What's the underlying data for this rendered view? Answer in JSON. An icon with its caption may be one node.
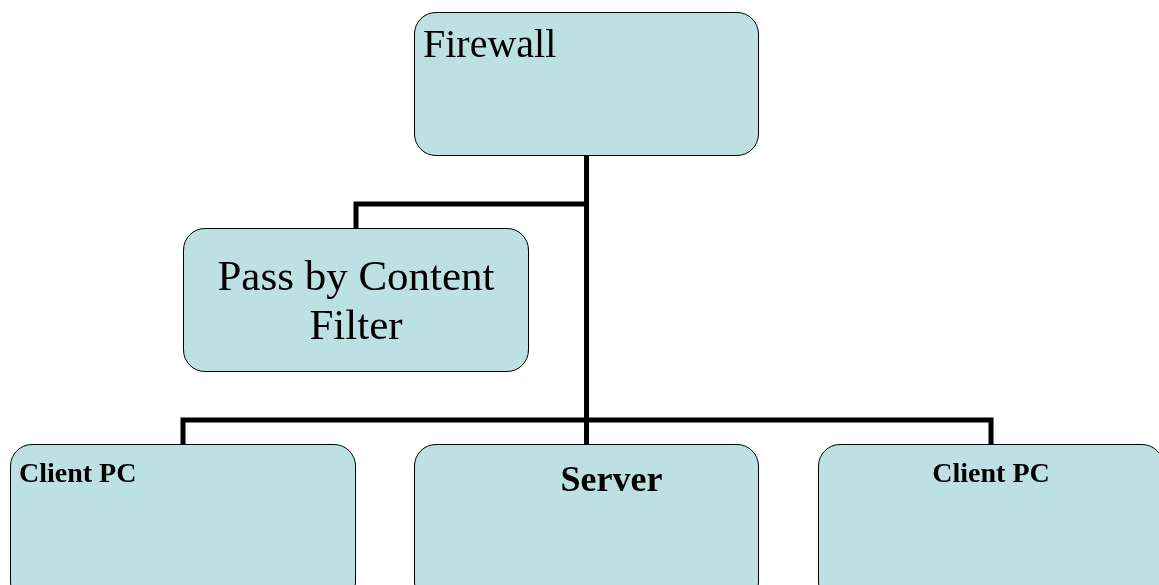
{
  "diagram": {
    "nodes": [
      {
        "text": [
          "Firewall"
        ]
      },
      {
        "text": [
          "Pass by Content Filter"
        ]
      },
      {
        "text": [
          "Client PC"
        ]
      },
      {
        "text": [
          "Server"
        ]
      },
      {
        "text": [
          "Client PC"
        ]
      }
    ],
    "edges": [
      {
        "from": 0,
        "to": 1,
        "arrow": "none"
      },
      {
        "from": 0,
        "to": 2,
        "arrow": "none"
      },
      {
        "from": 0,
        "to": 3,
        "arrow": "none"
      },
      {
        "from": 0,
        "to": 4,
        "arrow": "none"
      }
    ]
  }
}
